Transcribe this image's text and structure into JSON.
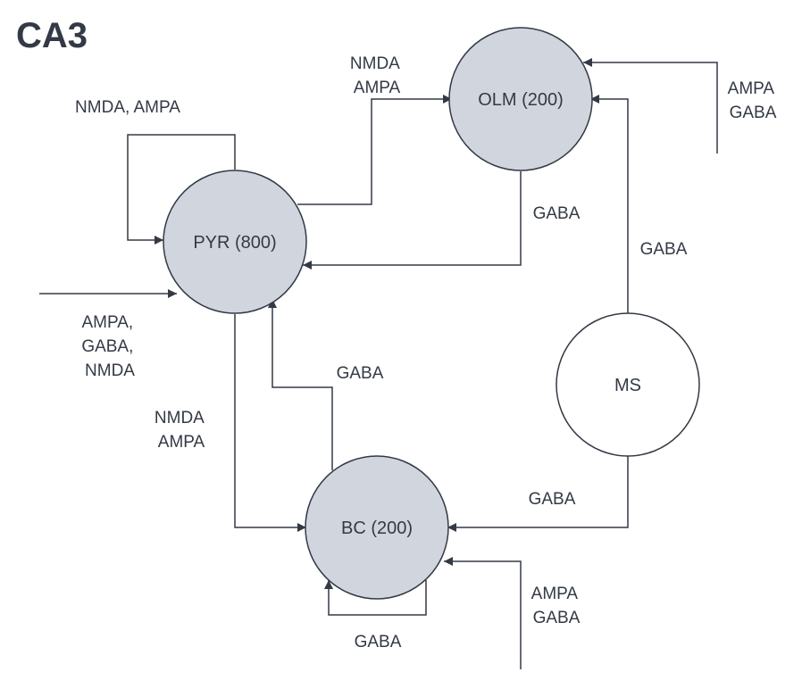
{
  "diagram": {
    "title": "CA3",
    "colors": {
      "stroke": "#333a45",
      "text": "#333a45",
      "node_fill_population": "#d1d6de",
      "node_fill_input": "#ffffff"
    },
    "nodes": {
      "pyr": {
        "label": "PYR (800)",
        "fill": "population"
      },
      "olm": {
        "label": "OLM (200)",
        "fill": "population"
      },
      "bc": {
        "label": "BC (200)",
        "fill": "population"
      },
      "ms": {
        "label": "MS",
        "fill": "input"
      }
    },
    "edge_labels": {
      "pyr_self": [
        "NMDA, AMPA"
      ],
      "pyr_to_olm": [
        "NMDA",
        "AMPA"
      ],
      "ext_to_olm": [
        "AMPA",
        "GABA"
      ],
      "olm_to_pyr": [
        "GABA"
      ],
      "ms_to_olm": [
        "GABA"
      ],
      "ext_to_pyr": [
        "AMPA,",
        "GABA,",
        "NMDA"
      ],
      "bc_to_pyr": [
        "GABA"
      ],
      "pyr_to_bc": [
        "NMDA",
        "AMPA"
      ],
      "ms_to_bc": [
        "GABA"
      ],
      "ext_to_bc": [
        "AMPA",
        "GABA"
      ],
      "bc_self": [
        "GABA"
      ]
    }
  }
}
